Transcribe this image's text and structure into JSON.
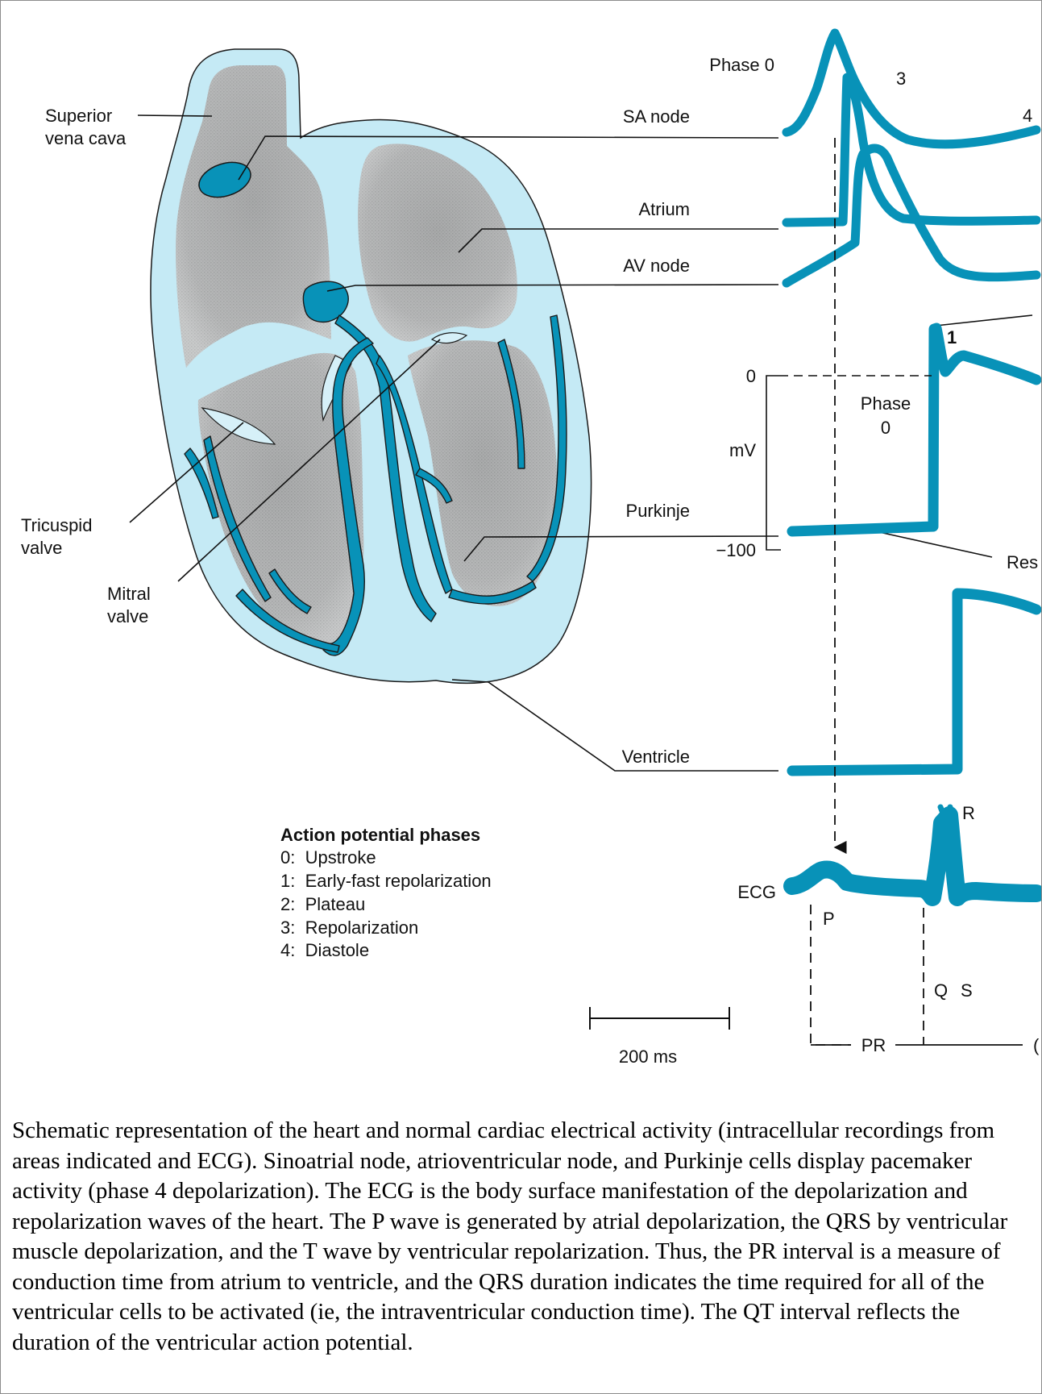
{
  "colors": {
    "conduction": "#0892b8",
    "tissue_light": "#c5eaf5",
    "chamber_gray": "#a9a9a9",
    "line": "#111111"
  },
  "heart_labels": {
    "superior_vena_cava": [
      "Superior",
      "vena cava"
    ],
    "tricuspid_valve": [
      "Tricuspid",
      "valve"
    ],
    "mitral_valve": [
      "Mitral",
      "valve"
    ]
  },
  "tissue_labels": {
    "sa_node": "SA node",
    "atrium": "Atrium",
    "av_node": "AV node",
    "purkinje": "Purkinje",
    "ventricle": "Ventricle",
    "ecg": "ECG"
  },
  "phase_markers": {
    "phase0_top": "Phase 0",
    "num3": "3",
    "num4": "4",
    "num1": "1",
    "phase_word": "Phase",
    "phase_zero": "0",
    "resting_truncated": "Res"
  },
  "voltage_axis": {
    "zero": "0",
    "unit": "mV",
    "minus100": "−100"
  },
  "ecg_labels": {
    "p": "P",
    "q": "Q",
    "r": "R",
    "s": "S",
    "pr": "PR",
    "qt_truncated": "("
  },
  "scale_bar": "200 ms",
  "legend": {
    "title": "Action potential phases",
    "items": [
      "0:  Upstroke",
      "1:  Early-fast repolarization",
      "2:  Plateau",
      "3:  Repolarization",
      "4:  Diastole"
    ]
  },
  "caption": "Schematic representation of the heart and normal cardiac electrical activity (intracellular recordings from areas indicated and ECG). Sinoatrial node, atrioventricular node, and Purkinje cells display pacemaker activity (phase 4 depolarization). The ECG is the body surface manifestation of the depolarization and repolarization waves of the heart. The P wave is generated by atrial depolarization, the QRS by ventricular muscle depolarization, and the T wave by ventricular repolarization. Thus, the PR interval is a measure of conduction time from atrium to ventricle, and the QRS duration indicates the time required for all of the ventricular cells to be activated (ie, the intraventricular conduction time). The QT interval reflects the duration of the ventricular action potential."
}
